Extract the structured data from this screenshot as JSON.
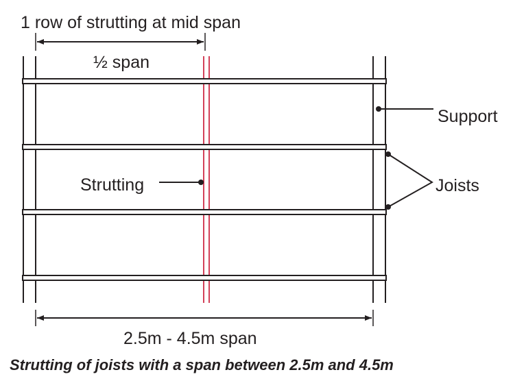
{
  "diagram": {
    "title_label": "1 row of strutting at mid span",
    "half_span_label": "½ span",
    "support_label": "Support",
    "joists_label": "Joists",
    "strutting_label": "Strutting",
    "span_label": "2.5m - 4.5m span",
    "caption": "Strutting of joists with a span between 2.5m and 4.5m",
    "colors": {
      "line": "#231f20",
      "strutting": "#c8102e"
    }
  }
}
